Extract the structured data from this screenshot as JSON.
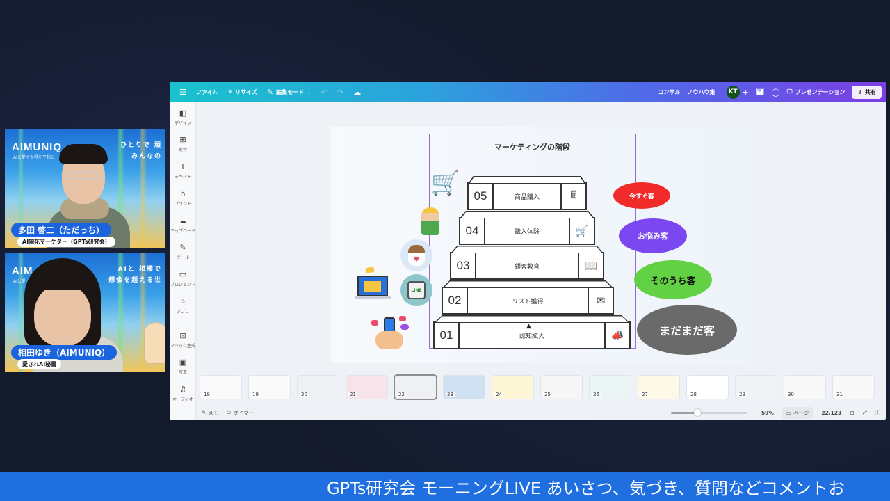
{
  "participants": [
    {
      "name": "多田 啓二（ただっち）",
      "role": "AI開花マーケター（GPTs研究会）",
      "brand": "AIMUNIQ",
      "brand_sub": "AIと愛で世界を平和に！",
      "tagline": [
        "ひとりで 頑",
        "みんなの"
      ]
    },
    {
      "name": "相田ゆき（AIMUNIQ）",
      "role": "愛されAI秘書",
      "brand": "AIM",
      "brand_sub": "AIと愛",
      "tagline": [
        "AIと 相棒で",
        "想像を超える世"
      ]
    }
  ],
  "toolbar": {
    "menu_icon": "hamburger-icon",
    "file": "ファイル",
    "resize": "リサイズ",
    "edit_mode": "編集モード",
    "right": {
      "consult": "コンサル",
      "knowhow": "ノウハウ集",
      "avatar": "KT",
      "add": "+",
      "present": "プレゼンテーション",
      "share": "共有"
    }
  },
  "sidebar": {
    "items": [
      {
        "icon": "design-icon",
        "glyph": "◧",
        "label": "デザイン"
      },
      {
        "icon": "elements-icon",
        "glyph": "⊞",
        "label": "素材"
      },
      {
        "icon": "text-icon",
        "glyph": "T",
        "label": "テキスト"
      },
      {
        "icon": "brand-icon",
        "glyph": "⌂",
        "label": "ブランド"
      },
      {
        "icon": "upload-icon",
        "glyph": "☁",
        "label": "アップロード"
      },
      {
        "icon": "tools-icon",
        "glyph": "✎",
        "label": "ツール"
      },
      {
        "icon": "folder-icon",
        "glyph": "▭",
        "label": "プロジェクト"
      },
      {
        "icon": "apps-icon",
        "glyph": "⁘",
        "label": "アプリ"
      },
      {
        "icon": "magic-icon",
        "glyph": "⊡",
        "label": "マジック生成"
      },
      {
        "icon": "photo-icon",
        "glyph": "▣",
        "label": "写真"
      },
      {
        "icon": "audio-icon",
        "glyph": "♫",
        "label": "オーディオ"
      }
    ]
  },
  "slide": {
    "title": "マーケティングの階段",
    "steps": [
      {
        "num": "05",
        "label": "商品購入",
        "icon": "cash-register-icon",
        "glyph": "🖩"
      },
      {
        "num": "04",
        "label": "購入体験",
        "icon": "cart-icon",
        "glyph": "🛒"
      },
      {
        "num": "03",
        "label": "顧客教育",
        "icon": "book-phone-icon",
        "glyph": "📖"
      },
      {
        "num": "02",
        "label": "リスト獲得",
        "icon": "mail-icon",
        "glyph": "✉"
      },
      {
        "num": "01",
        "label": "認知拡大",
        "icon": "megaphone-icon",
        "glyph": "📣"
      }
    ],
    "customers": [
      {
        "label": "今すぐ客",
        "color": "#f12a2a",
        "text": "#ffffff"
      },
      {
        "label": "お悩み客",
        "color": "#7a47f0",
        "text": "#ffffff"
      },
      {
        "label": "そのうち客",
        "color": "#62d144",
        "text": "#111111"
      },
      {
        "label": "まだまだ客",
        "color": "#6a6a6a",
        "text": "#ffffff"
      }
    ],
    "illustrations": [
      "shopping-cart",
      "shop-staff",
      "girl-with-heart",
      "line-app",
      "laptop-mail",
      "phone-social"
    ]
  },
  "thumbnails": [
    {
      "num": "18"
    },
    {
      "num": "19"
    },
    {
      "num": "20"
    },
    {
      "num": "21"
    },
    {
      "num": "22",
      "active": true
    },
    {
      "num": "23"
    },
    {
      "num": "24"
    },
    {
      "num": "25"
    },
    {
      "num": "26"
    },
    {
      "num": "27"
    },
    {
      "num": "28"
    },
    {
      "num": "29"
    },
    {
      "num": "30"
    },
    {
      "num": "31"
    }
  ],
  "statusbar": {
    "notes": "メモ",
    "timer": "タイマー",
    "zoom": "59%",
    "zoom_value": 0.59,
    "page_view": "ページ",
    "page": "22/123"
  },
  "ticker": "GPTs研究会 モーニングLIVE あいさつ、気づき、質問などコメントお"
}
